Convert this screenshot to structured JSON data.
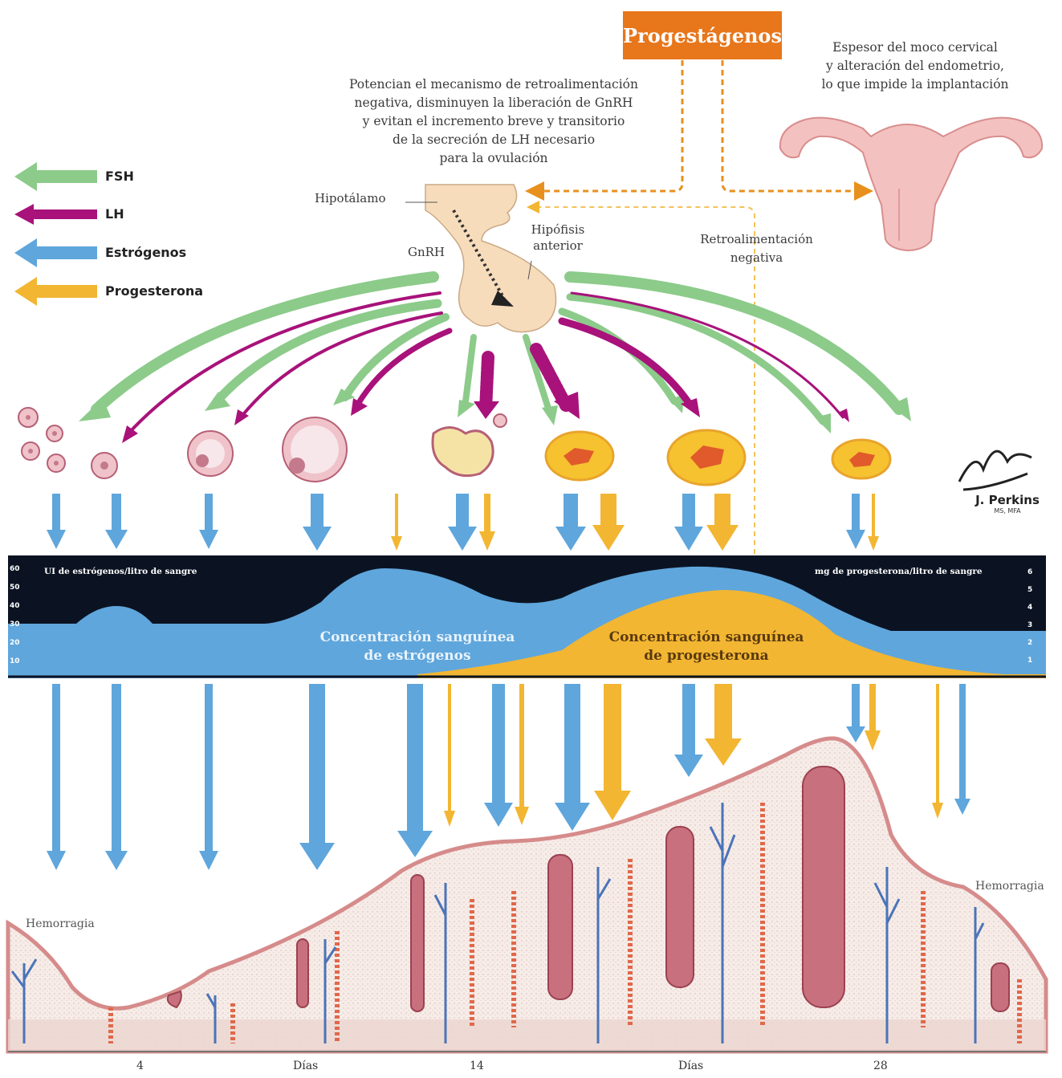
{
  "title": "Progestágenos",
  "mechanism_text": [
    "Potencian el mecanismo de retroalimentación",
    "negativa, disminuyen la liberación de GnRH",
    "y evitan el incremento breve y transitorio",
    "de la secreción de LH necesario",
    "para la ovulación"
  ],
  "uterus_text": [
    "Espesor del moco cervical",
    "y alteración del endometrio,",
    "lo que impide la implantación"
  ],
  "legend": [
    {
      "label": "FSH",
      "color": "#8ccb8a"
    },
    {
      "label": "LH",
      "color": "#a8127a"
    },
    {
      "label": "Estrógenos",
      "color": "#5fa6dc"
    },
    {
      "label": "Progesterona",
      "color": "#f2b632"
    }
  ],
  "labels": {
    "hipotalamo": "Hipotálamo",
    "gnrh": "GnRH",
    "hipofisis_1": "Hipófisis",
    "hipofisis_2": "anterior",
    "retro_1": "Retroalimentación",
    "retro_2": "negativa",
    "hemorragia_left": "Hemorragia",
    "hemorragia_right": "Hemorragia"
  },
  "signature": {
    "name": "J. Perkins",
    "credentials": "MS, MFA"
  },
  "chart_data": {
    "type": "area",
    "left_axis_label": "UI de estrógenos/litro de sangre",
    "right_axis_label": "mg de progesterona/litro de sangre",
    "left_ticks": [
      "60",
      "50",
      "40",
      "30",
      "20",
      "10"
    ],
    "right_ticks": [
      "6",
      "5",
      "4",
      "3",
      "2",
      "1"
    ],
    "series": [
      {
        "name_lines": [
          "Concentración sanguínea",
          "de estrógenos"
        ],
        "color": "#5fa6dc"
      },
      {
        "name_lines": [
          "Concentración sanguínea",
          "de progesterona"
        ],
        "color": "#f2b632"
      }
    ]
  },
  "x_axis": [
    "4",
    "Días",
    "14",
    "Días",
    "28"
  ]
}
